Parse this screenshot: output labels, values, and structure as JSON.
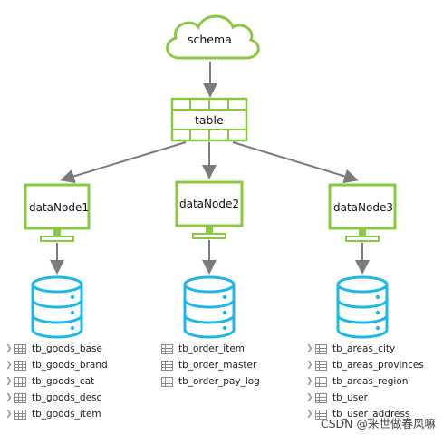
{
  "schema": {
    "label": "schema"
  },
  "table": {
    "label": "table"
  },
  "data_nodes": [
    {
      "label": "dataNode1",
      "tables": [
        "tb_goods_base",
        "tb_goods_brand",
        "tb_goods_cat",
        "tb_goods_desc",
        "tb_goods_item"
      ],
      "expandable": true
    },
    {
      "label": "dataNode2",
      "tables": [
        "tb_order_item",
        "tb_order_master",
        "tb_order_pay_log"
      ],
      "expandable": false
    },
    {
      "label": "dataNode3",
      "tables": [
        "tb_areas_city",
        "tb_areas_provinces",
        "tb_areas_region",
        "tb_user",
        "tb_user_address"
      ],
      "expandable": true
    }
  ],
  "watermark": "CSDN @来世做春风嘛",
  "colors": {
    "green": "#88c93f",
    "blue": "#1fb7e8",
    "arrow": "#7b7b7b"
  }
}
